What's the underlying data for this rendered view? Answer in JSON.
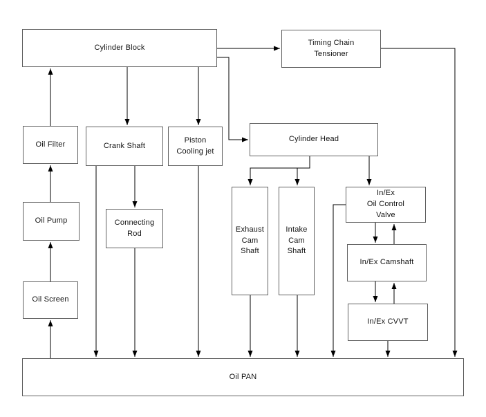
{
  "diagram": {
    "type": "flowchart",
    "subject": "engine-oil-lubrication-path",
    "colors": {
      "background": "#ffffff",
      "box_border": "#5f5f5f",
      "connector": "#000000",
      "text": "#111111"
    },
    "nodes": {
      "cylinder_block": {
        "label": "Cylinder Block"
      },
      "timing_chain_tensioner": {
        "label": "Timing Chain\nTensioner"
      },
      "oil_filter": {
        "label": "Oil Filter"
      },
      "crank_shaft": {
        "label": "Crank Shaft"
      },
      "piston_cooling_jet": {
        "label": "Piston\nCooling jet"
      },
      "cylinder_head": {
        "label": "Cylinder Head"
      },
      "oil_pump": {
        "label": "Oil Pump"
      },
      "connecting_rod": {
        "label": "Connecting\nRod"
      },
      "exhaust_cam_shaft": {
        "label": "Exhaust\nCam\nShaft"
      },
      "intake_cam_shaft": {
        "label": "Intake\nCam\nShaft"
      },
      "inex_oil_control_valve": {
        "label": "In/Ex\nOil Control\nValve"
      },
      "inex_camshaft": {
        "label": "In/Ex Camshaft"
      },
      "inex_cvvt": {
        "label": "In/Ex CVVT"
      },
      "oil_screen": {
        "label": "Oil Screen"
      },
      "oil_pan": {
        "label": "Oil PAN"
      }
    },
    "edges": [
      {
        "from": "oil_pan",
        "to": "oil_screen"
      },
      {
        "from": "oil_screen",
        "to": "oil_pump"
      },
      {
        "from": "oil_pump",
        "to": "oil_filter"
      },
      {
        "from": "oil_filter",
        "to": "cylinder_block"
      },
      {
        "from": "cylinder_block",
        "to": "crank_shaft"
      },
      {
        "from": "cylinder_block",
        "to": "piston_cooling_jet"
      },
      {
        "from": "cylinder_block",
        "to": "timing_chain_tensioner"
      },
      {
        "from": "cylinder_block",
        "to": "cylinder_head"
      },
      {
        "from": "timing_chain_tensioner",
        "to": "oil_pan"
      },
      {
        "from": "crank_shaft",
        "to": "connecting_rod"
      },
      {
        "from": "crank_shaft",
        "to": "oil_pan"
      },
      {
        "from": "connecting_rod",
        "to": "oil_pan"
      },
      {
        "from": "piston_cooling_jet",
        "to": "oil_pan"
      },
      {
        "from": "cylinder_head",
        "to": "exhaust_cam_shaft"
      },
      {
        "from": "cylinder_head",
        "to": "intake_cam_shaft"
      },
      {
        "from": "cylinder_head",
        "to": "inex_oil_control_valve"
      },
      {
        "from": "inex_oil_control_valve",
        "to": "inex_camshaft"
      },
      {
        "from": "inex_camshaft",
        "to": "inex_oil_control_valve"
      },
      {
        "from": "inex_camshaft",
        "to": "inex_cvvt"
      },
      {
        "from": "inex_cvvt",
        "to": "inex_camshaft"
      },
      {
        "from": "inex_cvvt",
        "to": "oil_pan"
      },
      {
        "from": "inex_oil_control_valve",
        "to": "oil_pan"
      },
      {
        "from": "exhaust_cam_shaft",
        "to": "oil_pan"
      },
      {
        "from": "intake_cam_shaft",
        "to": "oil_pan"
      }
    ]
  }
}
